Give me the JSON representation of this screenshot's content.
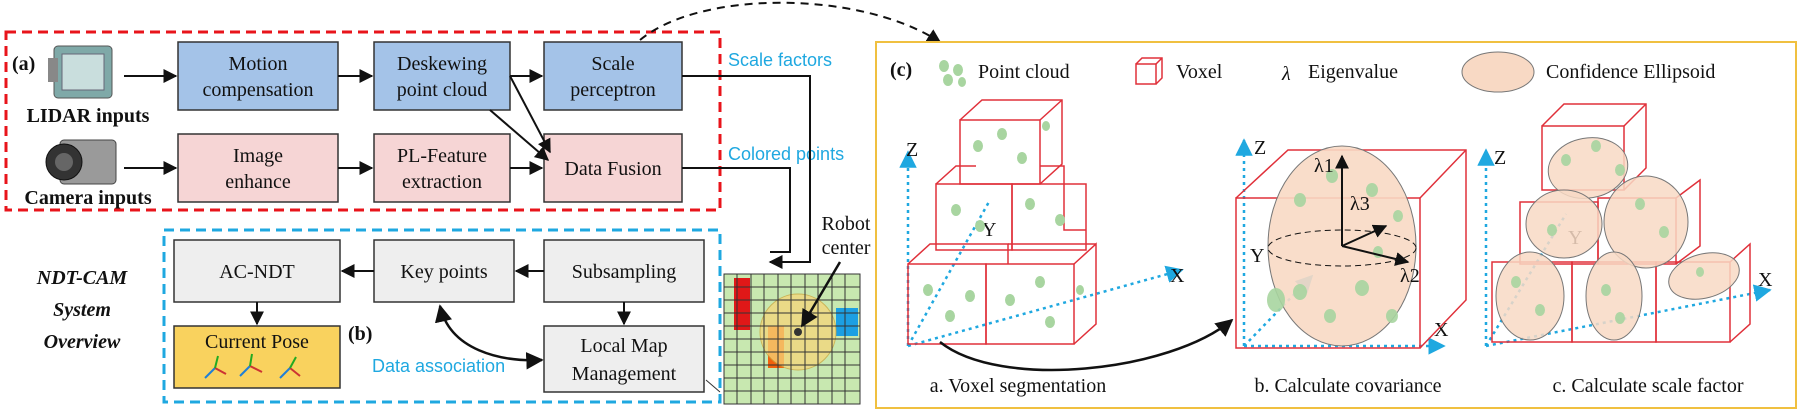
{
  "section_a": {
    "label": "(a)",
    "lidar_input": "LIDAR inputs",
    "camera_input": "Camera inputs",
    "boxes": {
      "motion_compensation": [
        "Motion",
        "compensation"
      ],
      "deskewing": [
        "Deskewing",
        "point cloud"
      ],
      "scale_perceptron": [
        "Scale",
        "perceptron"
      ],
      "image_enhance": [
        "Image",
        "enhance"
      ],
      "pl_feature": [
        "PL-Feature",
        "extraction"
      ],
      "data_fusion": [
        "Data Fusion"
      ]
    },
    "outputs": {
      "scale_factors": "Scale factors",
      "colored_points": "Colored points"
    }
  },
  "section_b": {
    "label": "(b)",
    "title": [
      "NDT-CAM",
      "System",
      "Overview"
    ],
    "boxes": {
      "ac_ndt": "AC-NDT",
      "key_points": "Key points",
      "subsampling": "Subsampling",
      "current_pose": "Current Pose",
      "local_map": [
        "Local Map",
        "Management"
      ]
    },
    "data_association": "Data association",
    "robot_center": [
      "Robot",
      "center"
    ]
  },
  "section_c": {
    "label": "(c)",
    "legend": {
      "point_cloud": "Point cloud",
      "voxel": "Voxel",
      "eigen_symbol": "λ",
      "eigenvalue": "Eigenvalue",
      "ellipsoid": "Confidence Ellipsoid"
    },
    "axes": {
      "x": "X",
      "y": "Y",
      "z": "Z"
    },
    "eigen": {
      "l1": "λ1",
      "l2": "λ2",
      "l3": "λ3"
    },
    "captions": {
      "a": "a. Voxel segmentation",
      "b": "b. Calculate covariance",
      "c": "c. Calculate scale factor"
    }
  },
  "colors": {
    "red_dash": "#e8141b",
    "blue_dash": "#1fa8e0",
    "gold_border": "#f0c040",
    "lidar_box": "#a4c3e8",
    "camera_box": "#f6d5d5",
    "gray_box": "#eeeeee",
    "pose_box": "#f9d25e",
    "voxel_red": "#e0303a",
    "point_green": "#a8d5a0",
    "ellipsoid": "#f8d9c4",
    "grid_green": "#c8e8b0"
  }
}
